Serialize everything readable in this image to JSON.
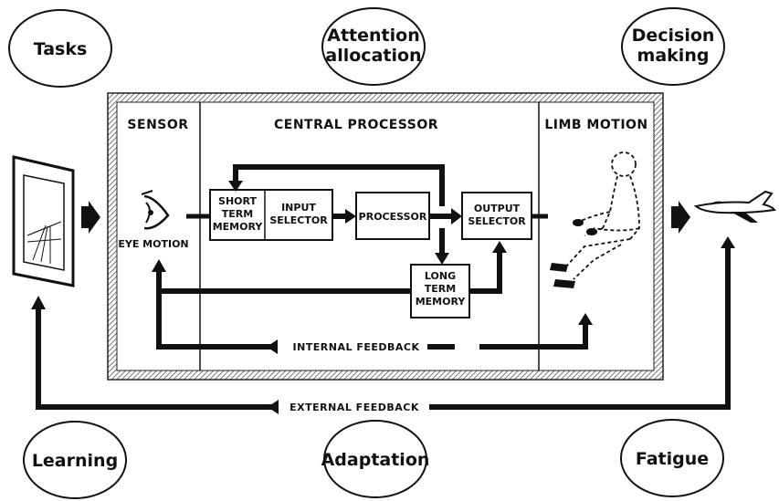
{
  "factors": {
    "tasks": "Tasks",
    "attention_line1": "Attention",
    "attention_line2": "allocation",
    "decision_line1": "Decision",
    "decision_line2": "making",
    "learning": "Learning",
    "adaptation": "Adaptation",
    "fatigue": "Fatigue"
  },
  "sections": {
    "sensor": "SENSOR",
    "central_processor": "CENTRAL  PROCESSOR",
    "limb_motion": "LIMB  MOTION"
  },
  "blocks": {
    "stm_line1": "SHORT",
    "stm_line2": "TERM",
    "stm_line3": "MEMORY",
    "input_line1": "INPUT",
    "input_line2": "SELECTOR",
    "processor": "PROCESSOR",
    "output_line1": "OUTPUT",
    "output_line2": "SELECTOR",
    "ltm_line1": "LONG",
    "ltm_line2": "TERM",
    "ltm_line3": "MEMORY"
  },
  "labels": {
    "eye_motion": "EYE MOTION",
    "internal_feedback": "INTERNAL FEEDBACK",
    "external_feedback": "EXTERNAL FEEDBACK"
  },
  "colors": {
    "ink": "#111111",
    "hatch": "#555555"
  },
  "icons": [
    "display-screen-icon",
    "eye-icon",
    "pilot-seated-icon",
    "jet-aircraft-icon"
  ]
}
